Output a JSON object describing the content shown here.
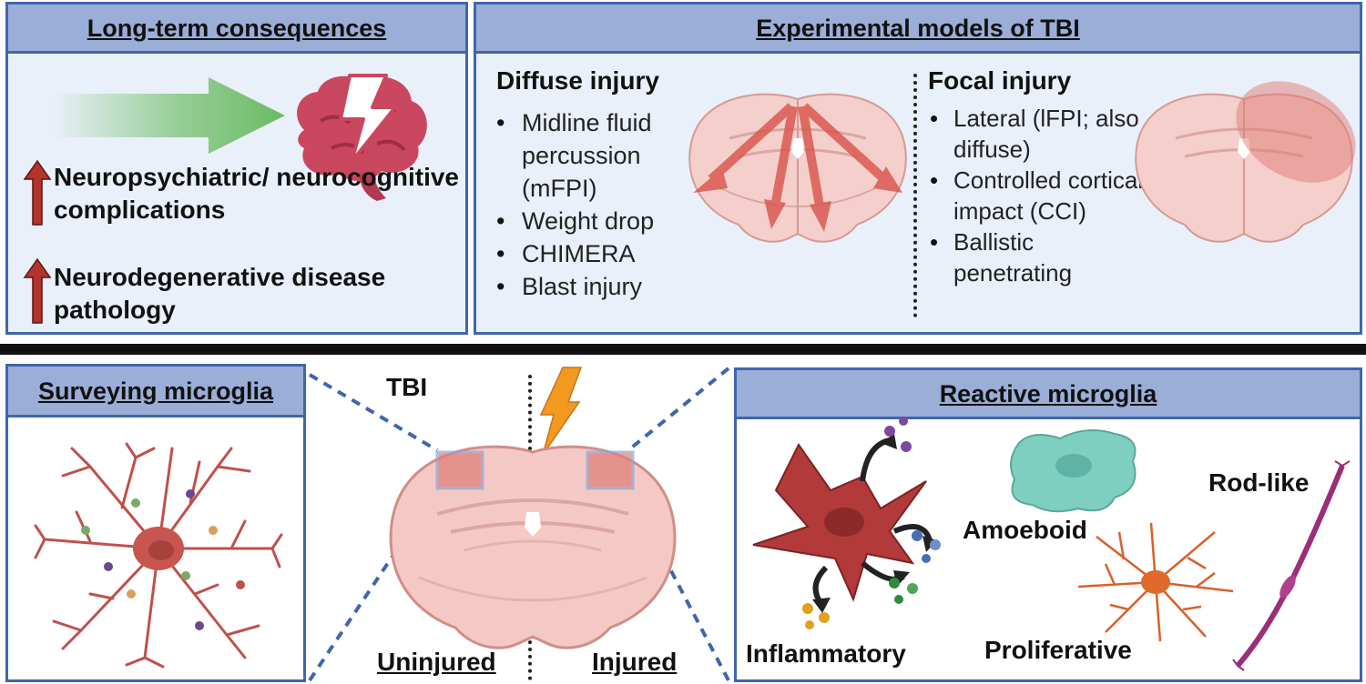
{
  "long_term": {
    "title": "Long-term consequences",
    "item1": "Neuropsychiatric/ neurocognitive complications",
    "item2": "Neurodegenerative disease pathology"
  },
  "models": {
    "title": "Experimental models of TBI",
    "diffuse": {
      "heading": "Diffuse injury",
      "items": [
        "Midline fluid percussion (mFPI)",
        "Weight drop",
        "CHIMERA",
        "Blast injury"
      ]
    },
    "focal": {
      "heading": "Focal injury",
      "items": [
        "Lateral (lFPI; also diffuse)",
        "Controlled cortical impact (CCI)",
        "Ballistic penetrating"
      ]
    }
  },
  "surveying": {
    "title": "Surveying microglia"
  },
  "center": {
    "tbi": "TBI",
    "uninjured": "Uninjured",
    "injured": "Injured"
  },
  "reactive": {
    "title": "Reactive microglia",
    "inflammatory": "Inflammatory",
    "amoeboid": "Amoeboid",
    "proliferative": "Proliferative",
    "rodlike": "Rod-like"
  },
  "colors": {
    "panel_border": "#3f66ad",
    "panel_header": "#9aaed8",
    "panel_bg": "#eaf0fa",
    "up_arrow": "#b3342c",
    "brain": "#f4c9c5",
    "injury": "#e07c76"
  }
}
